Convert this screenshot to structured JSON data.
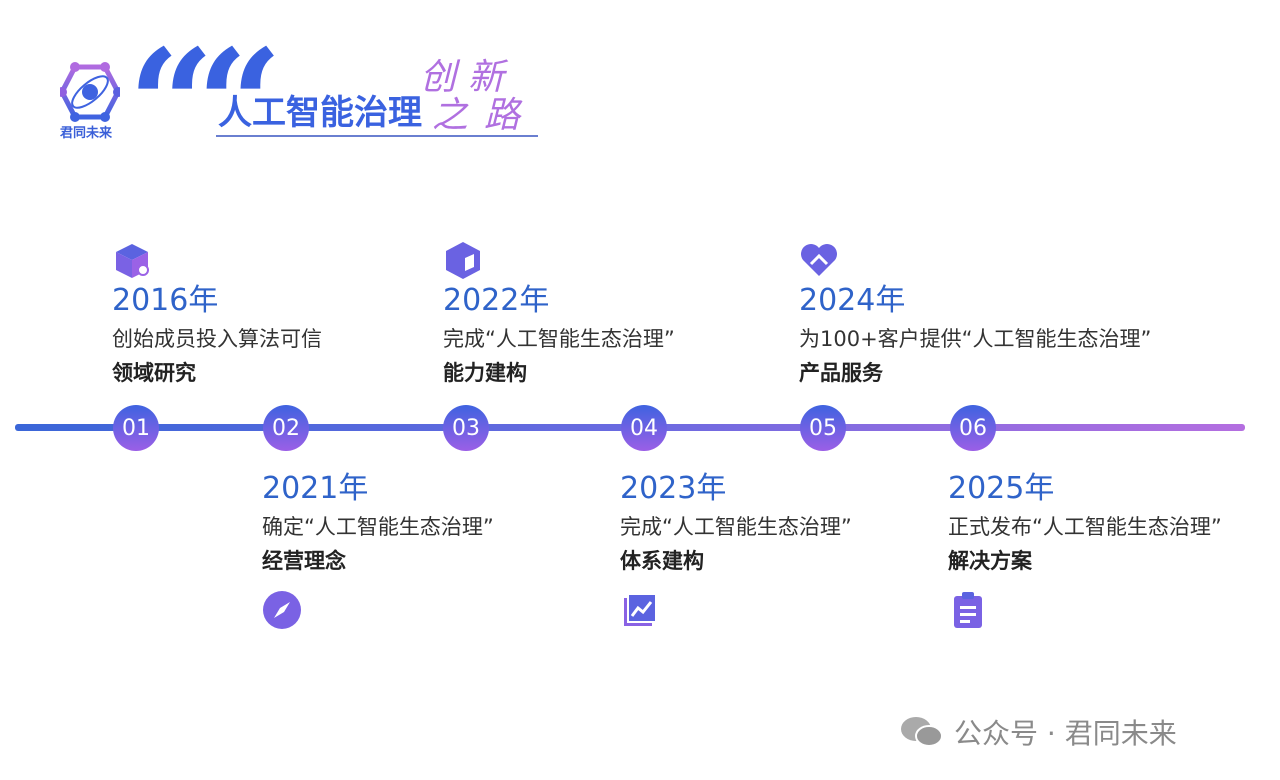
{
  "header": {
    "logo_text": "君同未来",
    "title": "人工智能治理",
    "script_title": [
      "创",
      "新",
      "之",
      "路"
    ]
  },
  "milestones": [
    {
      "num": "01",
      "year": "2016年",
      "desc": "创始成员投入算法可信",
      "bold": "领域研究",
      "icon": "box-search-icon"
    },
    {
      "num": "02",
      "year": "2021年",
      "desc": "确定“人工智能生态治理”",
      "bold": "经营理念",
      "icon": "compass-icon"
    },
    {
      "num": "03",
      "year": "2022年",
      "desc": "完成“人工智能生态治理”",
      "bold": "能力建构",
      "icon": "cube-icon"
    },
    {
      "num": "04",
      "year": "2023年",
      "desc": "完成“人工智能生态治理”",
      "bold": "体系建构",
      "icon": "chart-icon"
    },
    {
      "num": "05",
      "year": "2024年",
      "desc": "为100+客户提供“人工智能生态治理”",
      "bold": "产品服务",
      "icon": "heart-link-icon"
    },
    {
      "num": "06",
      "year": "2025年",
      "desc": "正式发布“人工智能生态治理”",
      "bold": "解决方案",
      "icon": "clipboard-icon"
    }
  ],
  "watermark": "公众号 · 君同未来",
  "colors": {
    "blue": "#3a62e0",
    "purple": "#a866e6"
  }
}
